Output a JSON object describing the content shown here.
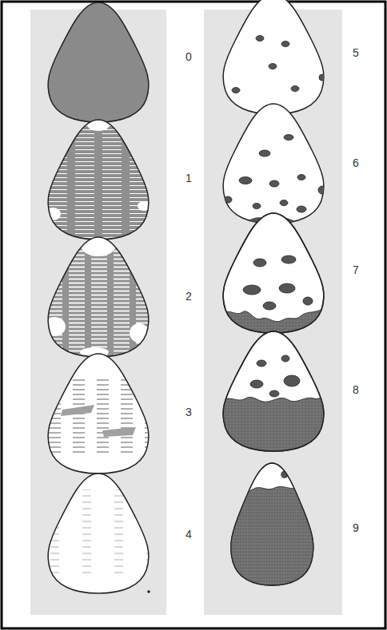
{
  "diagram": {
    "labels": [
      "0",
      "1",
      "2",
      "3",
      "4",
      "5",
      "6",
      "7",
      "8",
      "9"
    ]
  }
}
